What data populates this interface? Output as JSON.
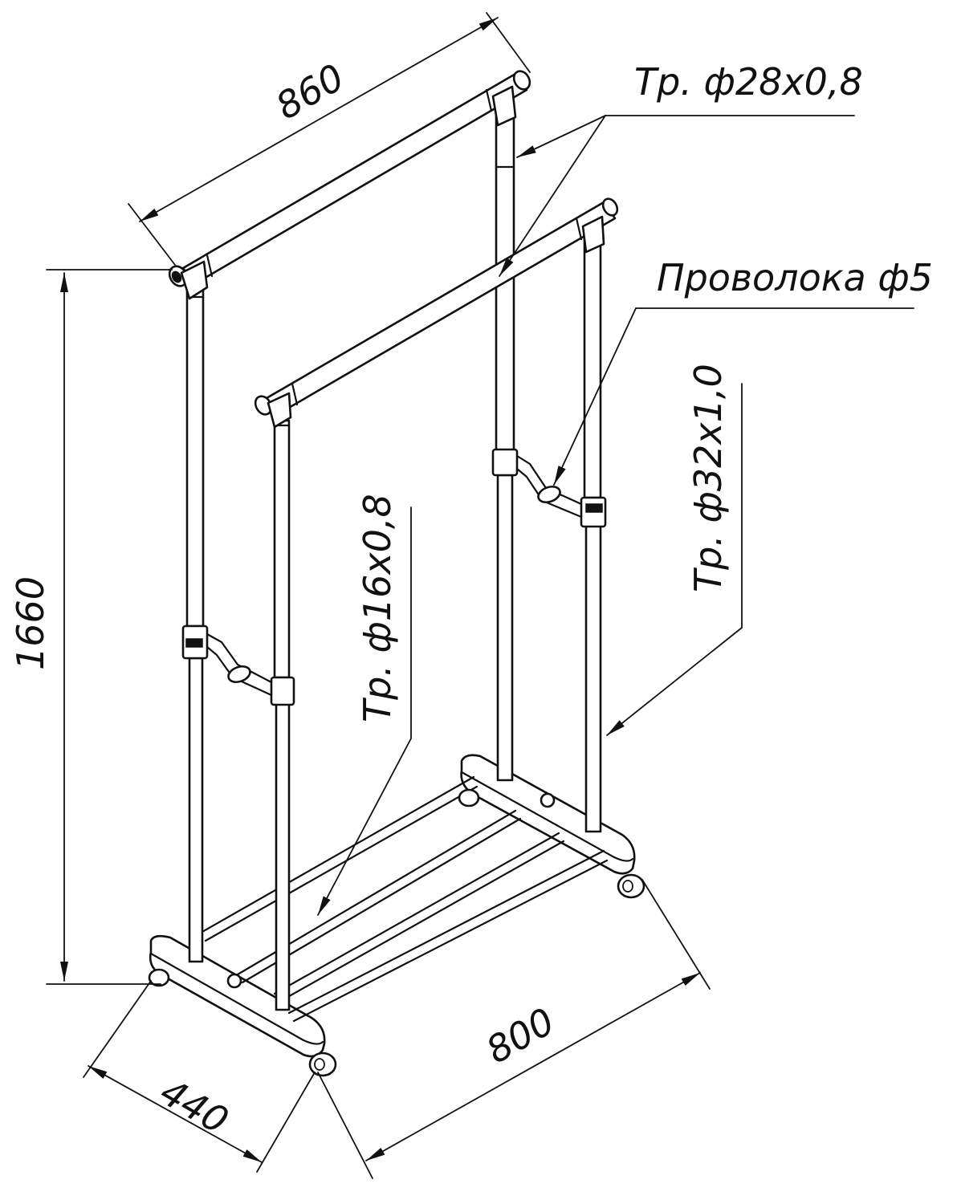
{
  "dimensions": {
    "top_width": "860",
    "height": "1660",
    "depth": "440",
    "base_width": "800"
  },
  "callouts": {
    "top_bar": "Тр. ф28х0,8",
    "wire": "Проволока ф5",
    "vertical_tube": "Тр. ф32х1,0",
    "bottom_tube": "Тр. ф16х0,8"
  }
}
